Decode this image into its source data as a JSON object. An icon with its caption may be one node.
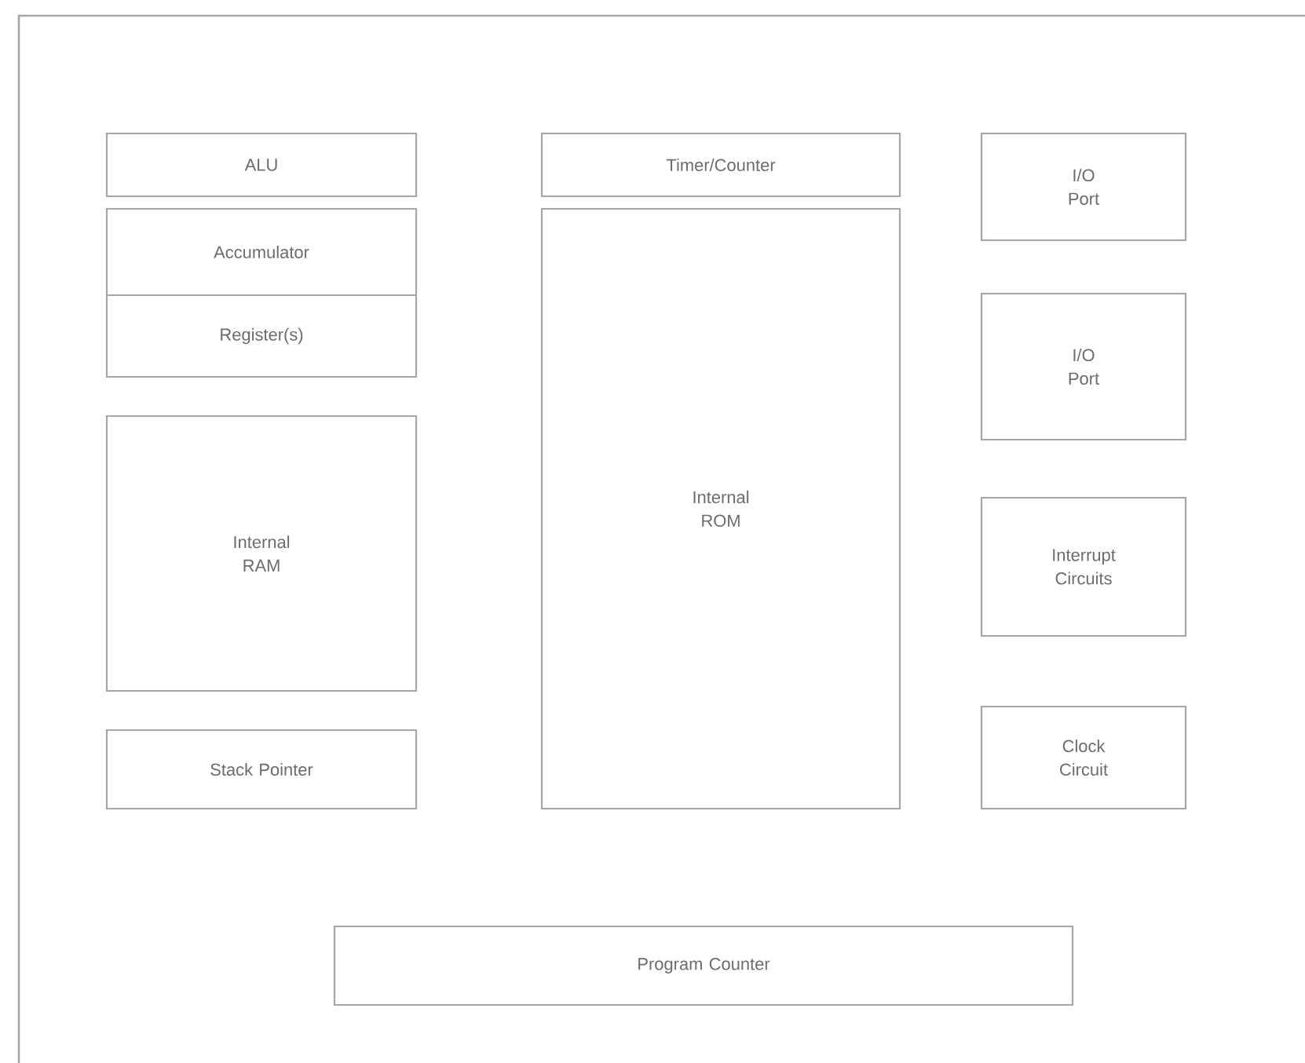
{
  "diagram": {
    "nodes": [
      {
        "text": [],
        "shape": "box"
      },
      {
        "text": [
          "ALU"
        ],
        "in": 0
      },
      {
        "text": [
          "Timer/Counter"
        ],
        "in": 0
      },
      {
        "text": [
          "I/O Port"
        ],
        "in": 0
      },
      {
        "text": [
          "Accumulator"
        ],
        "in": 0
      },
      {
        "text": [
          "Register(s)"
        ],
        "in": 0
      },
      {
        "text": [
          "Internal ROM"
        ],
        "in": 0
      },
      {
        "text": [
          "I/O Port"
        ],
        "in": 0
      },
      {
        "text": [
          "Internal RAM"
        ],
        "in": 0
      },
      {
        "text": [
          "Interrupt Circuits"
        ],
        "in": 0
      },
      {
        "text": [
          "Stack Pointer"
        ],
        "in": 0
      },
      {
        "text": [
          "Clock Circuit"
        ],
        "in": 0
      },
      {
        "text": [
          "Program Counter"
        ],
        "in": 0
      }
    ]
  }
}
